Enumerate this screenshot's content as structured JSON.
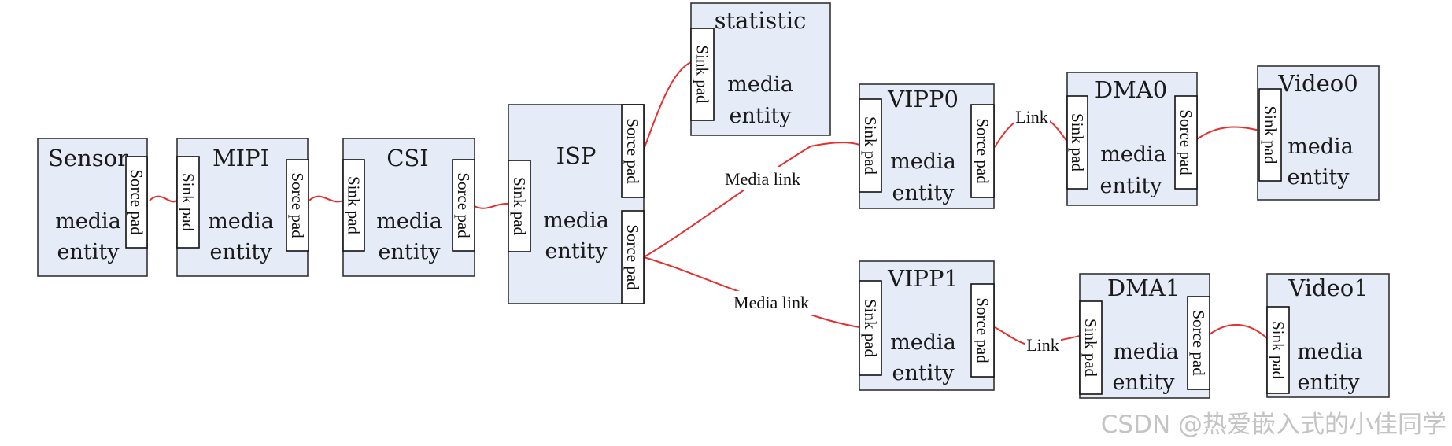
{
  "diagram": {
    "entities": [
      {
        "id": "sensor",
        "title": "Sensor",
        "line1": "media",
        "line2": "entity",
        "pads": [
          "Sorce pad"
        ]
      },
      {
        "id": "mipi",
        "title": "MIPI",
        "line1": "media",
        "line2": "entity",
        "pads": [
          "Sink pad",
          "Sorce pad"
        ]
      },
      {
        "id": "csi",
        "title": "CSI",
        "line1": "media",
        "line2": "entity",
        "pads": [
          "Sink pad",
          "Sorce pad"
        ]
      },
      {
        "id": "isp",
        "title": "ISP",
        "line1": "media",
        "line2": "entity",
        "pads": [
          "Sink pad",
          "Sorce pad",
          "Sorce pad"
        ]
      },
      {
        "id": "statistic",
        "title": "statistic",
        "line1": "media",
        "line2": "entity",
        "pads": [
          "Sink pad"
        ]
      },
      {
        "id": "vipp0",
        "title": "VIPP0",
        "line1": "media",
        "line2": "entity",
        "pads": [
          "Sink pad",
          "Sorce pad"
        ]
      },
      {
        "id": "dma0",
        "title": "DMA0",
        "line1": "media",
        "line2": "entity",
        "pads": [
          "Sink pad",
          "Sorce pad"
        ]
      },
      {
        "id": "video0",
        "title": "Video0",
        "line1": "media",
        "line2": "entity",
        "pads": [
          "Sink pad"
        ]
      },
      {
        "id": "vipp1",
        "title": "VIPP1",
        "line1": "media",
        "line2": "entity",
        "pads": [
          "Sink pad",
          "Sorce pad"
        ]
      },
      {
        "id": "dma1",
        "title": "DMA1",
        "line1": "media",
        "line2": "entity",
        "pads": [
          "Sink pad",
          "Sorce pad"
        ]
      },
      {
        "id": "video1",
        "title": "Video1",
        "line1": "media",
        "line2": "entity",
        "pads": [
          "Sink pad"
        ]
      }
    ],
    "link_labels": {
      "media_link_top": "Media link",
      "media_link_bottom": "Media link",
      "link_top": "Link",
      "link_bottom": "Link"
    },
    "link_color": "#e53030",
    "box_fill": "#e6ecf7"
  },
  "watermark": "CSDN @热爱嵌入式的小佳同学"
}
